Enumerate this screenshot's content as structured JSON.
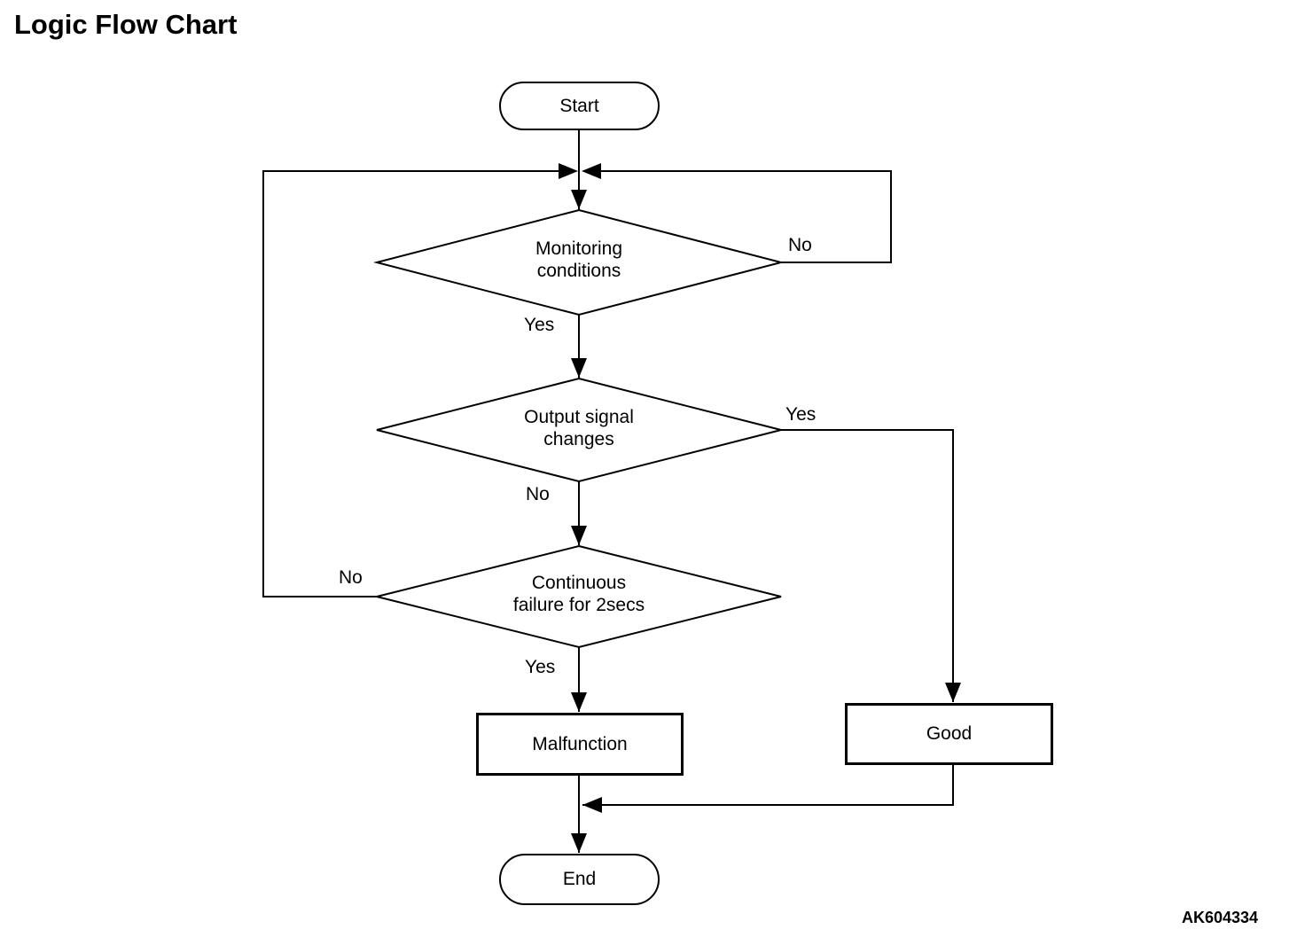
{
  "title": "Logic Flow Chart",
  "figure_code": "AK604334",
  "colors": {
    "line": "#000000",
    "background": "#ffffff",
    "text": "#000000"
  },
  "nodes": {
    "start": {
      "type": "terminator",
      "label": "Start"
    },
    "monitoring": {
      "type": "decision",
      "lines": [
        "Monitoring",
        "conditions"
      ]
    },
    "output": {
      "type": "decision",
      "lines": [
        "Output signal",
        "changes"
      ]
    },
    "continuous": {
      "type": "decision",
      "lines": [
        "Continuous",
        "failure for 2secs"
      ]
    },
    "malfunction": {
      "type": "process",
      "label": "Malfunction"
    },
    "good": {
      "type": "process",
      "label": "Good"
    },
    "end": {
      "type": "terminator",
      "label": "End"
    }
  },
  "edge_labels": {
    "monitoring_yes": "Yes",
    "monitoring_no": "No",
    "output_yes": "Yes",
    "output_no": "No",
    "continuous_yes": "Yes",
    "continuous_no": "No"
  },
  "edges": [
    {
      "from": "start",
      "to": "monitoring",
      "label": ""
    },
    {
      "from": "monitoring",
      "to": "output",
      "label": "Yes"
    },
    {
      "from": "monitoring",
      "to": "loop-junction",
      "label": "No"
    },
    {
      "from": "output",
      "to": "good",
      "label": "Yes"
    },
    {
      "from": "output",
      "to": "continuous",
      "label": "No"
    },
    {
      "from": "continuous",
      "to": "loop-junction",
      "label": "No"
    },
    {
      "from": "continuous",
      "to": "malfunction",
      "label": "Yes"
    },
    {
      "from": "malfunction",
      "to": "end",
      "label": ""
    },
    {
      "from": "good",
      "to": "end",
      "label": ""
    }
  ]
}
